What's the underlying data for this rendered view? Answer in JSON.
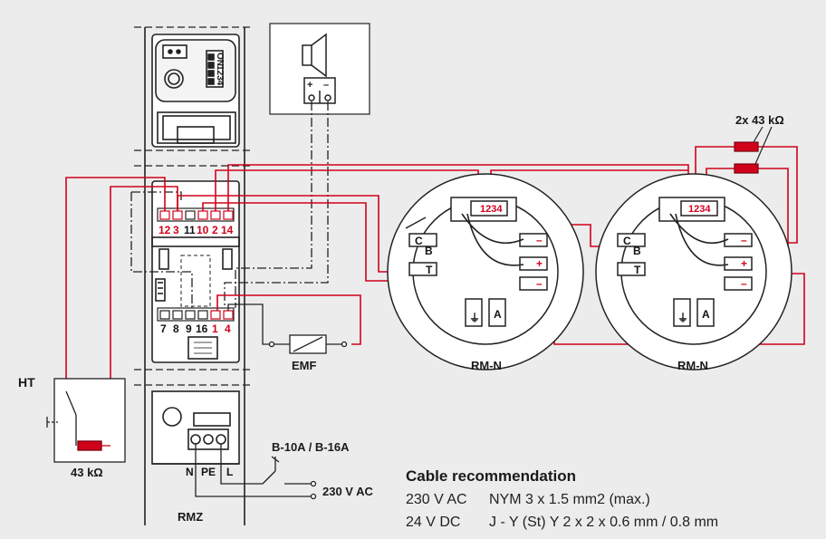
{
  "labels": {
    "ht": "HT",
    "resistor_ht": "43 kΩ",
    "resistor_pair": "2x 43 kΩ",
    "emf": "EMF",
    "rmn_1": "RM-N",
    "rmn_2": "RM-N",
    "rmz": "RMZ",
    "breaker": "B-10A / B-16A",
    "mains": "230 V AC",
    "dip_on": "ON",
    "dip_numbers": "1234",
    "speaker_plus": "+",
    "speaker_minus": "–"
  },
  "terminals": {
    "top_row": [
      "12",
      "3",
      "11",
      "10",
      "2",
      "14"
    ],
    "bottom_row": [
      "7",
      "8",
      "9",
      "16",
      "1",
      "4"
    ],
    "power": [
      "N",
      "PE",
      "L"
    ]
  },
  "base_terminals": {
    "c": "C",
    "b": "B",
    "t": "T",
    "a": "A",
    "ground": "⏚",
    "minus": "–",
    "plus": "+",
    "top": "1234"
  },
  "cable": {
    "title": "Cable recommendation",
    "rows": [
      {
        "voltage": "230 V AC",
        "spec": "NYM 3 x 1.5 mm2 (max.)"
      },
      {
        "voltage": "24 V DC",
        "spec": "J - Y (St) Y 2 x 2 x 0.6 mm / 0.8 mm"
      }
    ]
  },
  "colors": {
    "wire_red": "#d0021b",
    "wire_black": "#222222",
    "background": "#ececec"
  }
}
